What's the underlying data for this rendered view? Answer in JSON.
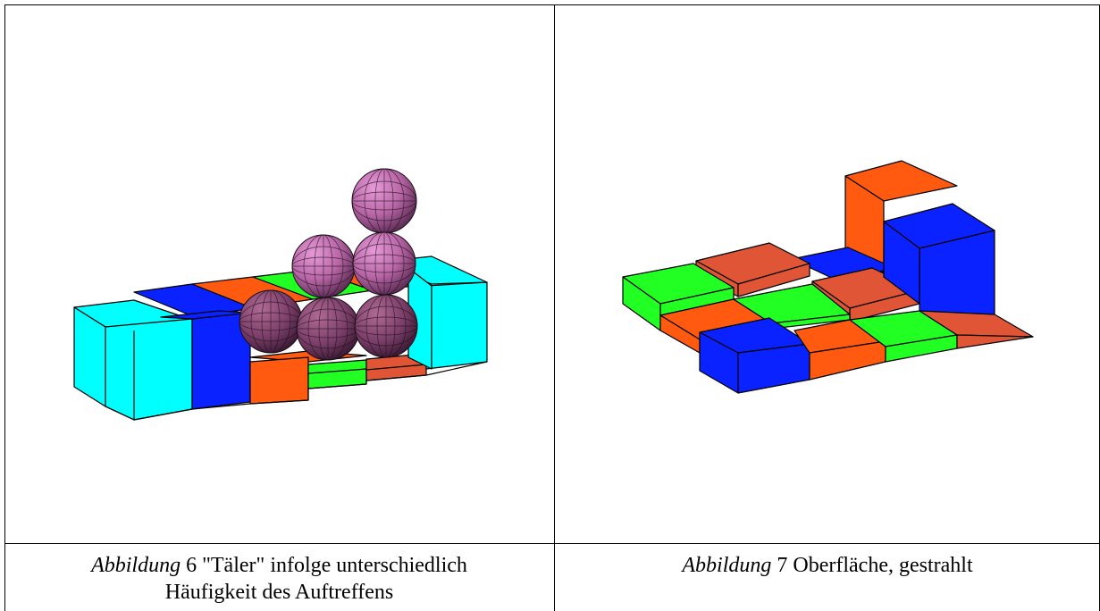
{
  "figures": [
    {
      "caption_label": "Abbildung",
      "caption_number": "6",
      "caption_text": "\"Täler\" infolge unterschiedlich",
      "caption_text_line2": "Häufigkeit des Auftreffens"
    },
    {
      "caption_label": "Abbildung",
      "caption_number": "7",
      "caption_text": "Oberfläche, gestrahlt"
    }
  ],
  "colors": {
    "cyan": "#00ffff",
    "blue": "#0a22ff",
    "orange": "#ff5a10",
    "green": "#22ff22",
    "brick": "#e05535",
    "sphere": "#c070b0"
  }
}
